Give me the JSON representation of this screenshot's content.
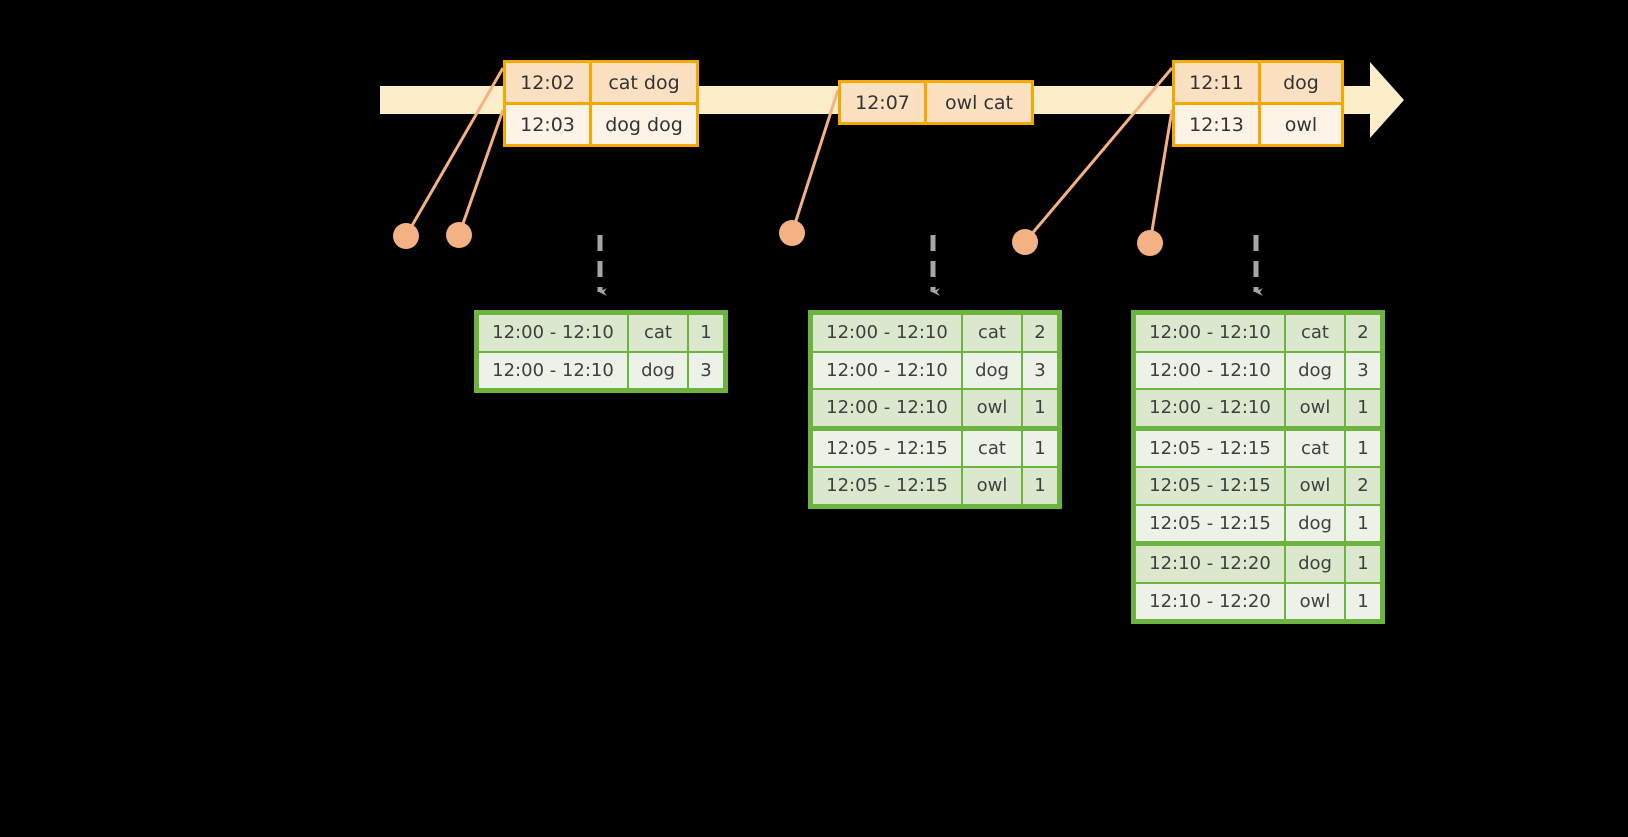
{
  "timeline": {
    "label": "event-timeline",
    "bar_color": "#fdeecb",
    "accent_color": "#f5a800",
    "dot_color": "#f4b183",
    "arrow_color": "#a6a6a6",
    "events": [
      {
        "group": "events-group-1",
        "rows": [
          {
            "time": "12:02",
            "words": "cat dog"
          },
          {
            "time": "12:03",
            "words": "dog dog"
          }
        ]
      },
      {
        "group": "events-group-2",
        "rows": [
          {
            "time": "12:07",
            "words": "owl cat"
          }
        ]
      },
      {
        "group": "events-group-3",
        "rows": [
          {
            "time": "12:11",
            "words": "dog"
          },
          {
            "time": "12:13",
            "words": "owl"
          }
        ]
      }
    ]
  },
  "tables": [
    {
      "name": "result-table-1",
      "groups": [
        {
          "rows": [
            {
              "window": "12:00 - 12:10",
              "word": "cat",
              "count": "1"
            },
            {
              "window": "12:00 - 12:10",
              "word": "dog",
              "count": "3"
            }
          ]
        }
      ]
    },
    {
      "name": "result-table-2",
      "groups": [
        {
          "rows": [
            {
              "window": "12:00 - 12:10",
              "word": "cat",
              "count": "2"
            },
            {
              "window": "12:00 - 12:10",
              "word": "dog",
              "count": "3"
            },
            {
              "window": "12:00 - 12:10",
              "word": "owl",
              "count": "1"
            }
          ]
        },
        {
          "rows": [
            {
              "window": "12:05 - 12:15",
              "word": "cat",
              "count": "1"
            },
            {
              "window": "12:05 - 12:15",
              "word": "owl",
              "count": "1"
            }
          ]
        }
      ]
    },
    {
      "name": "result-table-3",
      "groups": [
        {
          "rows": [
            {
              "window": "12:00 - 12:10",
              "word": "cat",
              "count": "2"
            },
            {
              "window": "12:00 - 12:10",
              "word": "dog",
              "count": "3"
            },
            {
              "window": "12:00 - 12:10",
              "word": "owl",
              "count": "1"
            }
          ]
        },
        {
          "rows": [
            {
              "window": "12:05 - 12:15",
              "word": "cat",
              "count": "1"
            },
            {
              "window": "12:05 - 12:15",
              "word": "owl",
              "count": "2"
            },
            {
              "window": "12:05 - 12:15",
              "word": "dog",
              "count": "1"
            }
          ]
        },
        {
          "rows": [
            {
              "window": "12:10 - 12:20",
              "word": "dog",
              "count": "1"
            },
            {
              "window": "12:10 - 12:20",
              "word": "owl",
              "count": "1"
            }
          ]
        }
      ]
    }
  ]
}
